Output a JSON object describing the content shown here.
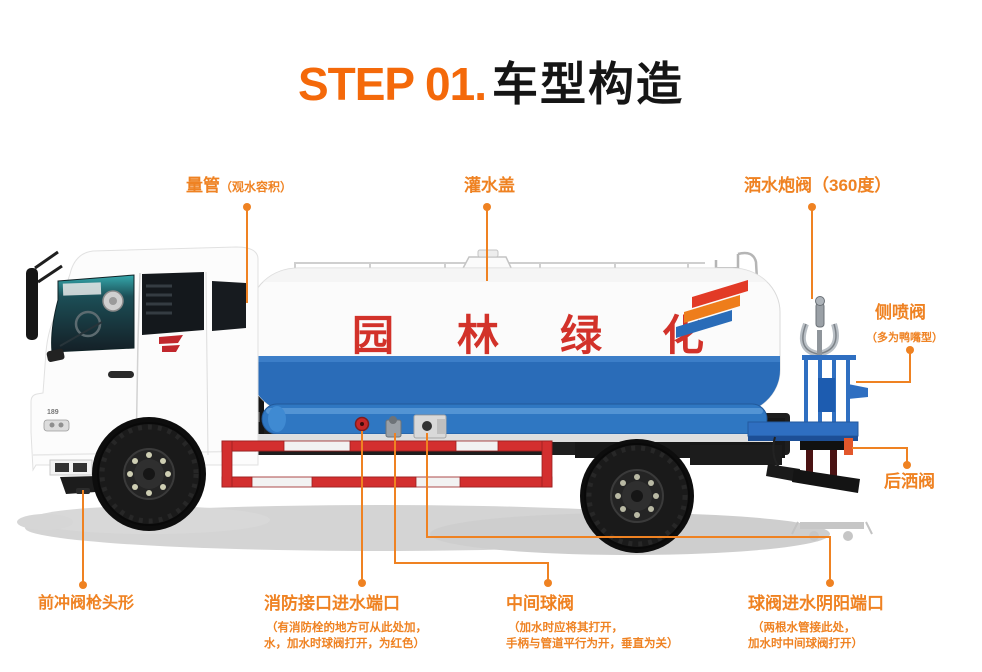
{
  "title": {
    "step": "STEP 01.",
    "name": "车型构造"
  },
  "truck": {
    "tank_chars": [
      "园",
      "林",
      "绿",
      "化"
    ],
    "cab_badge": "189"
  },
  "labels": {
    "liangguan": {
      "main": "量管",
      "sub": "（观水容积）"
    },
    "guanshuigai": {
      "main": "灌水盖"
    },
    "sashuipao": {
      "main": "洒水炮阀（360度）"
    },
    "cepenfa": {
      "main": "侧喷阀",
      "sub": "（多为鸭嘴型）"
    },
    "housafa": {
      "main": "后洒阀"
    },
    "qianchongfa": {
      "main": "前冲阀枪头形"
    },
    "xiaofang": {
      "main": "消防接口进水端口",
      "sub1": "（有消防栓的地方可从此处加，",
      "sub2": "水，加水时球阀打开，为红色）"
    },
    "zhongjian": {
      "main": "中间球阀",
      "sub1": "（加水时应将其打开，",
      "sub2": "手柄与管道平行为开，垂直为关）"
    },
    "qiufa": {
      "main": "球阀进水阴阳端口",
      "sub1": "（两根水管接此处，",
      "sub2": "加水时中间球阀打开）"
    }
  },
  "colors": {
    "accent_orange": "#EF8222",
    "title_orange": "#F4690A",
    "tank_blue": "#2A6CB8",
    "pipe_blue": "#2F77C2",
    "rail_red": "#D32F2F",
    "tank_text_red": "#D2322A"
  }
}
